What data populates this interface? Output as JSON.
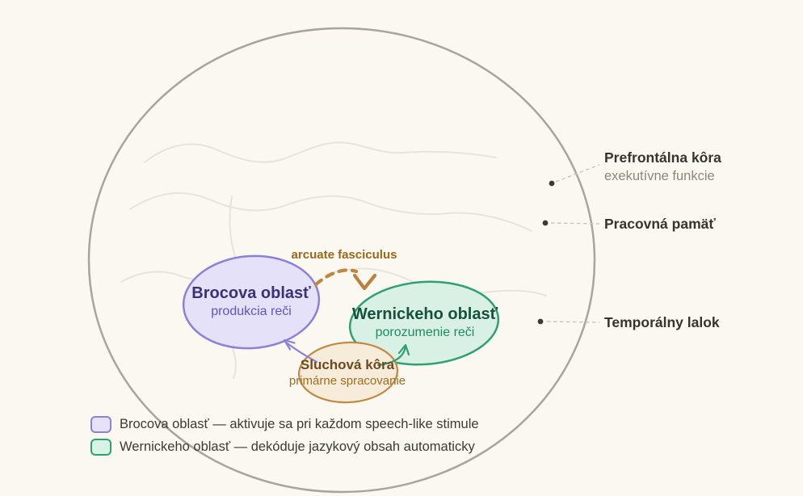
{
  "palette": {
    "background": "#faf8f1",
    "brain_outline": "#a9a49c",
    "texture_lines": "#e7e4dd",
    "callout_dot": "#3b3a36",
    "leader_line": "#c9c5bc"
  },
  "regions": {
    "broca": {
      "title": "Brocova oblasť",
      "subtitle": "produkcia reči",
      "fill": "#e5e1f8",
      "stroke": "#8c81d6"
    },
    "wernicke": {
      "title": "Wernickeho oblasť",
      "subtitle": "porozumenie reči",
      "fill": "#d9f1e4",
      "stroke": "#2da173"
    },
    "auditory": {
      "title": "Sluchová kôra",
      "subtitle": "primárne spracovanie",
      "fill": "#f7ecd9",
      "stroke": "#c18a42"
    }
  },
  "pathway": {
    "label": "arcuate fasciculus",
    "color": "#c0853f"
  },
  "callouts": {
    "prefrontal": {
      "title": "Prefrontálna kôra",
      "subtitle": "exekutívne funkcie"
    },
    "working_memory": {
      "title": "Pracovná pamäť"
    },
    "temporal": {
      "title": "Temporálny lalok"
    }
  },
  "legend": {
    "items": [
      {
        "swatch_fill": "#e6e2f9",
        "swatch_stroke": "#8c81d6",
        "label": "Brocova oblasť — aktivuje sa pri každom speech-like stimule"
      },
      {
        "swatch_fill": "#d8f2e3",
        "swatch_stroke": "#2da173",
        "label": "Wernickeho oblasť — dekóduje jazykový obsah automaticky"
      }
    ]
  }
}
